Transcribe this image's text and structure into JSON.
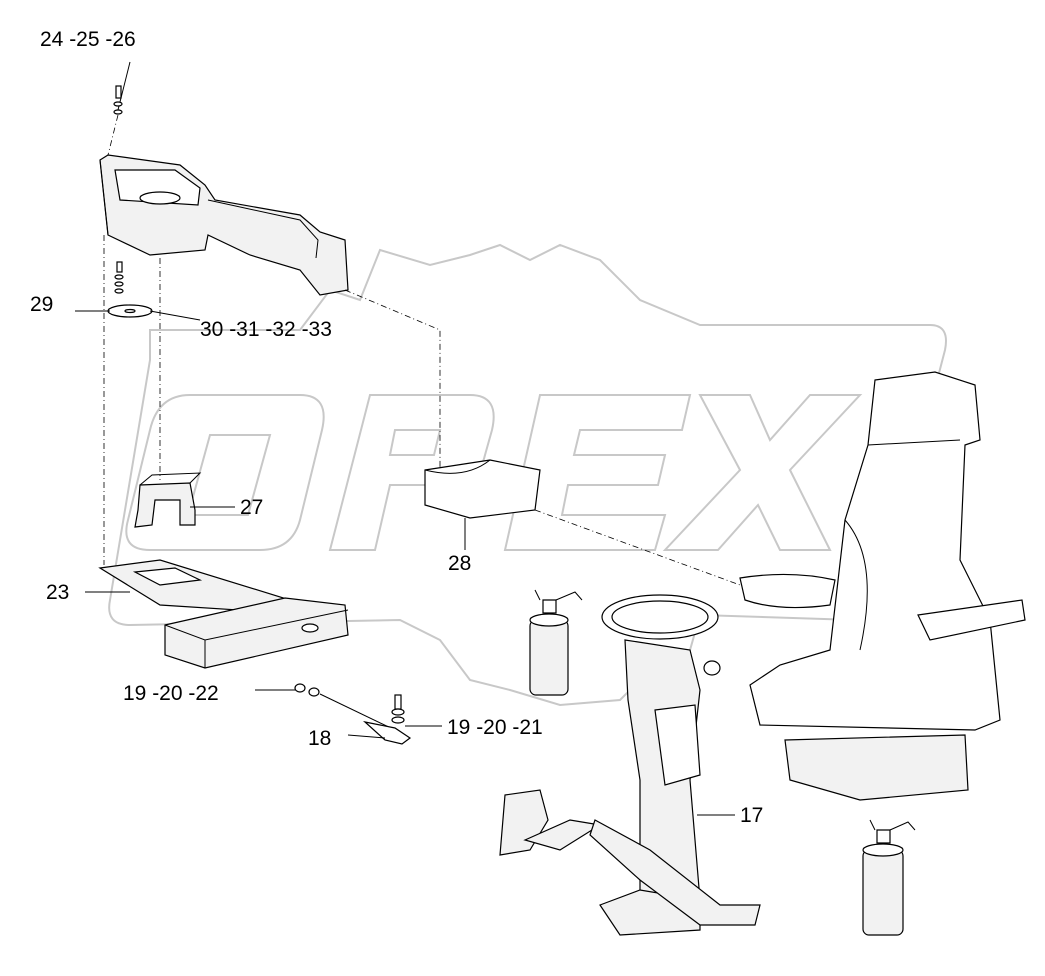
{
  "watermark": {
    "text": "OPEX",
    "color": "#c8c8c8"
  },
  "callouts": {
    "c_24_25_26": "24 -25 -26",
    "c_29": "29",
    "c_30_31_32_33": "30 -31 -32 -33",
    "c_27": "27",
    "c_28": "28",
    "c_23": "23",
    "c_19_20_22": "19 -20 -22",
    "c_18": "18",
    "c_19_20_21": "19 -20 -21",
    "c_17": "17"
  },
  "icons": [
    "gear-watermark",
    "console",
    "bracket",
    "sponge",
    "plate",
    "tie-rod",
    "fire-extinguisher",
    "steering-column",
    "pedals",
    "seat"
  ]
}
